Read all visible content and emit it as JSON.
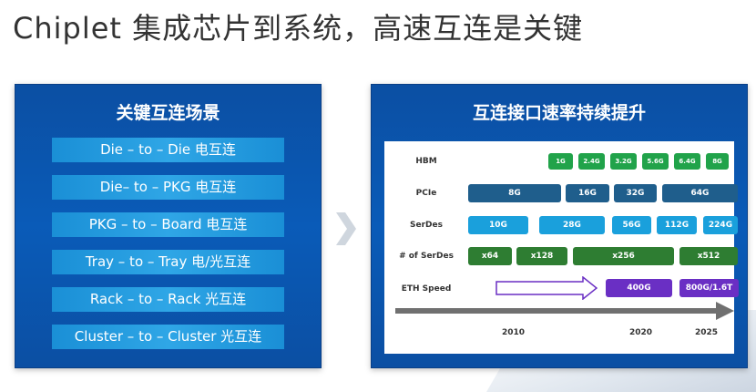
{
  "title": "Chiplet  集成芯片到系统，高速互连是关键",
  "left_panel": {
    "heading": "关键互连场景",
    "items": [
      "Die – to – Die 电互连",
      "Die– to – PKG 电互连",
      "PKG – to – Board 电互连",
      "Tray – to – Tray 电/光互连",
      "Rack – to – Rack 光互连",
      "Cluster – to – Cluster 光互连"
    ]
  },
  "right_panel": {
    "heading": "互连接口速率持续提升",
    "rows": {
      "hbm": {
        "label": "HBM",
        "values": [
          "1G",
          "2.4G",
          "3.2G",
          "5.6G",
          "6.4G",
          "8G"
        ]
      },
      "pcie": {
        "label": "PCIe",
        "values": [
          "8G",
          "16G",
          "32G",
          "64G"
        ]
      },
      "serdes": {
        "label": "SerDes",
        "values": [
          "10G",
          "28G",
          "56G",
          "112G",
          "224G"
        ]
      },
      "count": {
        "label": "# of SerDes",
        "values": [
          "x64",
          "x128",
          "x256",
          "x512"
        ]
      },
      "eth": {
        "label": "ETH Speed",
        "values": [
          "400G",
          "800G/1.6T"
        ]
      }
    },
    "years": [
      "2010",
      "2020",
      "2025"
    ]
  },
  "colors": {
    "panel_blue": "#0b4fa3",
    "scenario_blue": "#2fa6e6",
    "hbm_green": "#21a34a",
    "pcie_navy": "#1f5e8c",
    "serdes_cyan": "#1aa0dc",
    "count_green": "#2e7d32",
    "eth_purple": "#6a2fc4",
    "timeline_gray": "#707070"
  }
}
